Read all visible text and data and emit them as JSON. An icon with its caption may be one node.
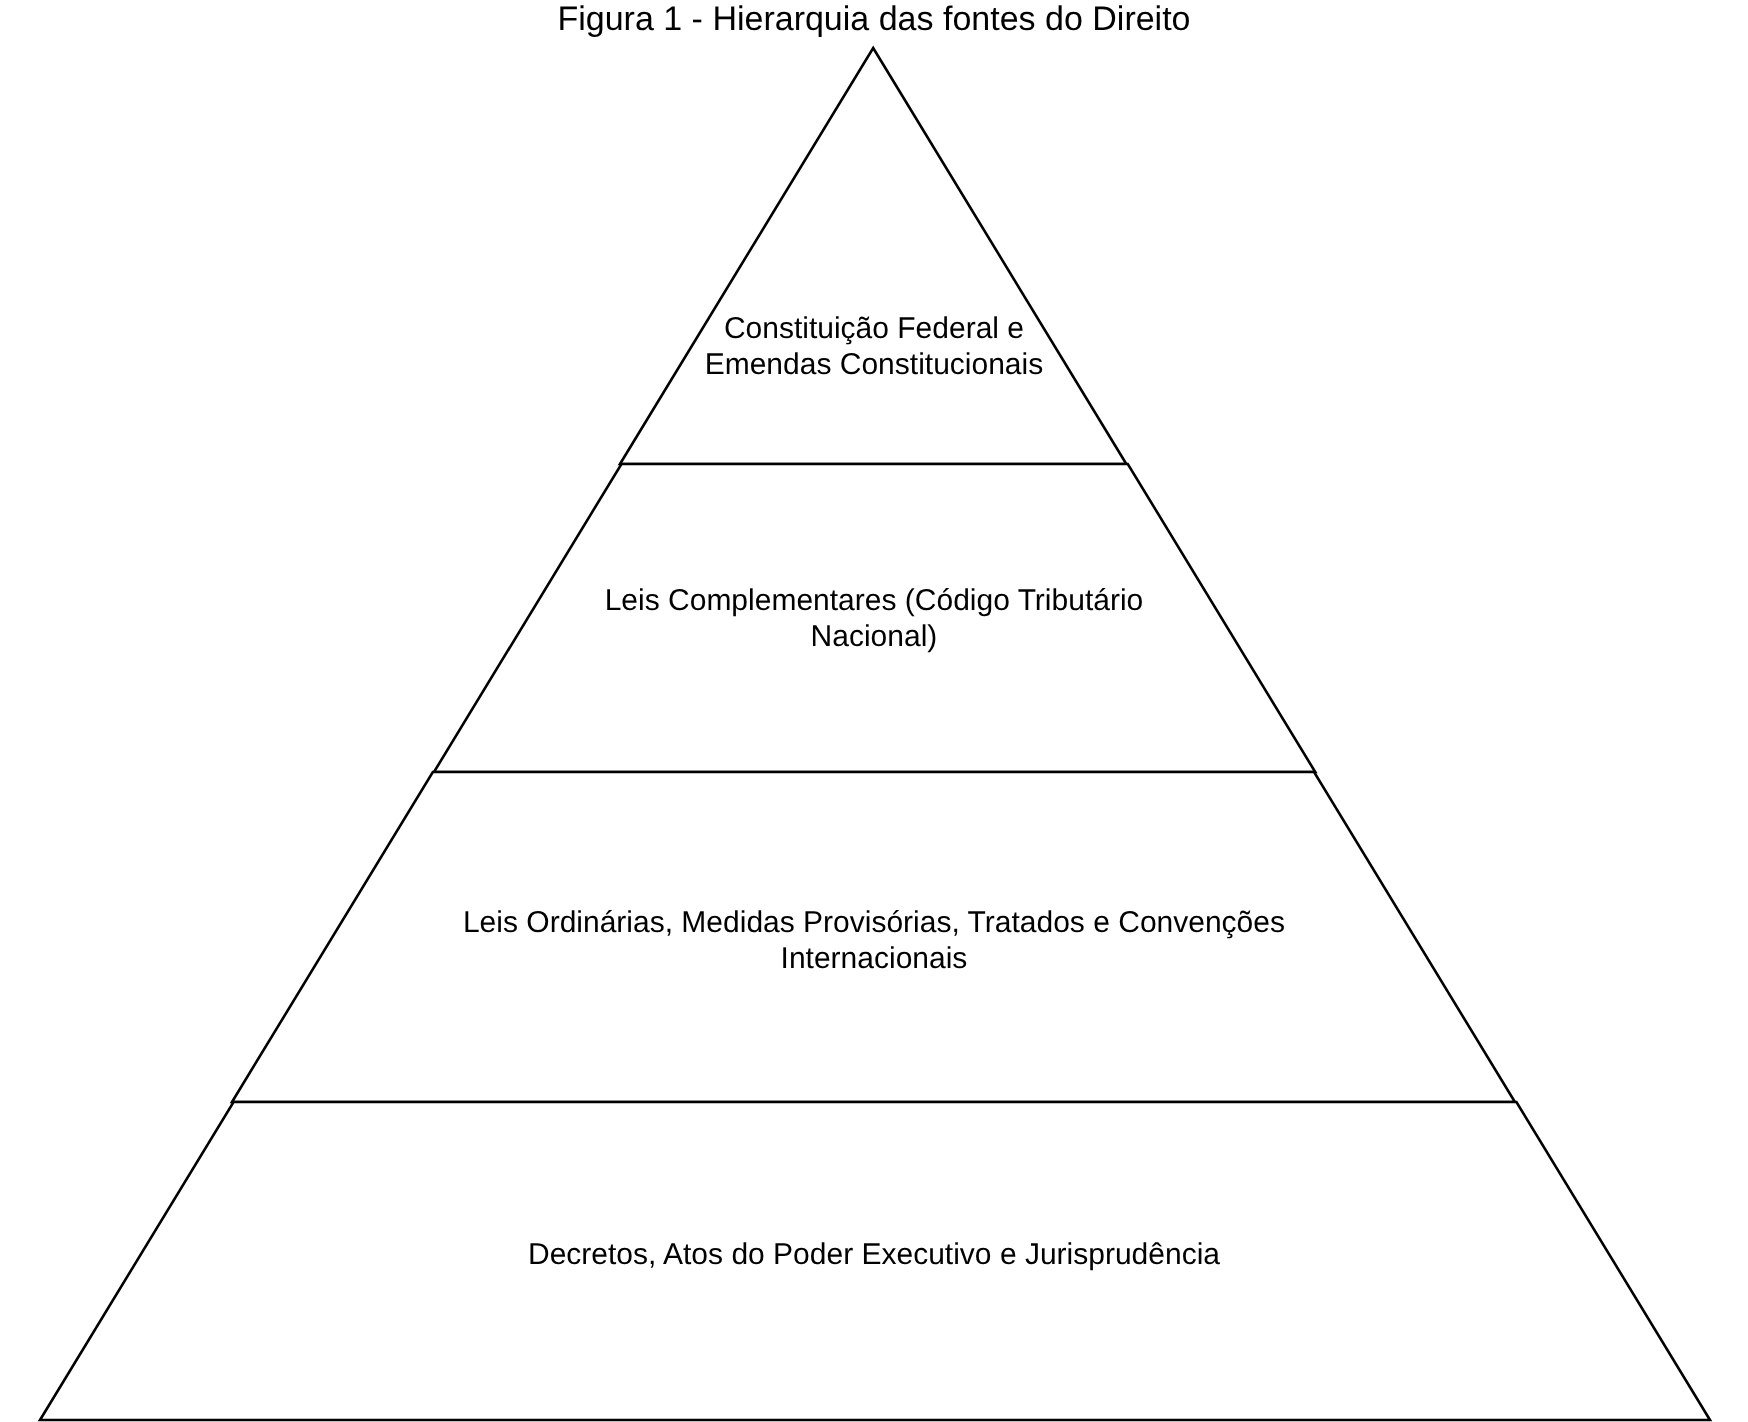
{
  "diagram": {
    "title": "Figura 1 - Hierarquia das fontes do Direito",
    "nodes": [
      {
        "text": [
          "Constituição Federal e Emendas Constitucionais"
        ]
      },
      {
        "text": [
          "Leis Complementares (Código Tributário Nacional)"
        ]
      },
      {
        "text": [
          "Leis Ordinárias, Medidas Provisórias, Tratados e Convenções Internacionais"
        ]
      },
      {
        "text": [
          "Decretos, Atos do Poder Executivo e Jurisprudência"
        ]
      }
    ]
  }
}
